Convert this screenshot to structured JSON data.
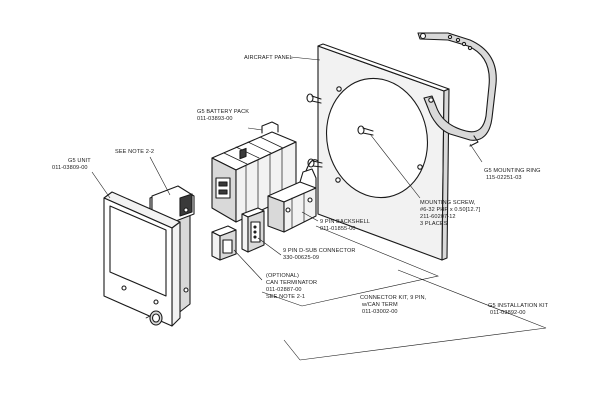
{
  "labels": {
    "aircraft_panel": "AIRCRAFT PANEL",
    "battery_pack_name": "G5 BATTERY PACK",
    "battery_pack_pn": "011-03893-00",
    "see_note_22": "SEE NOTE 2-2",
    "g5_unit_name": "G5 UNIT",
    "g5_unit_pn": "011-03809-00",
    "mounting_ring_name": "G5 MOUNTING RING",
    "mounting_ring_pn": "115-02251-03",
    "mounting_screw_name": "MOUNTING SCREW,",
    "mounting_screw_spec": "#6-32 PHP x 0.50[12.7]",
    "mounting_screw_pn": "211-60207-12",
    "mounting_screw_qty": "3 PLACES",
    "backshell_name": "9 PIN BACKSHELL",
    "backshell_pn": "011-01855-00",
    "dsub_name": "9 PIN D-SUB CONNECTOR",
    "dsub_pn": "330-00625-09",
    "can_optional": "(OPTIONAL)",
    "can_name": "CAN TERMINATOR",
    "can_pn": "011-02887-00",
    "see_note_21": "SEE NOTE 2-1",
    "kit_name_1": "CONNECTOR KIT, 9 PIN,",
    "kit_name_2": "w/CAN TERM",
    "kit_pn": "011-03002-00",
    "install_kit_name": "G5 INSTALLATION KIT",
    "install_kit_pn": "011-03892-00"
  },
  "colors": {
    "line": "#1a1a1a",
    "shade": "#d9d9d9",
    "background": "#ffffff"
  }
}
